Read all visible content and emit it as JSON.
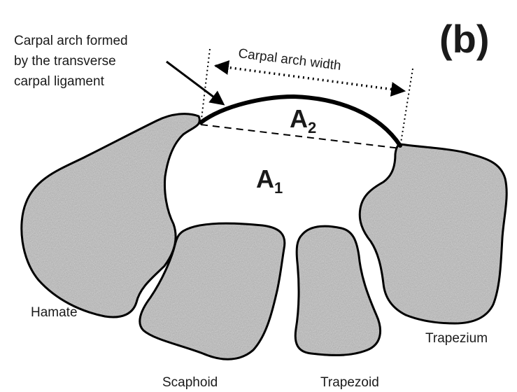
{
  "panel_label": "(b)",
  "arch_label_lines": [
    "Carpal arch formed",
    "by the transverse",
    "carpal ligament"
  ],
  "width_label": "Carpal arch width",
  "area_labels": {
    "a2": {
      "base": "A",
      "sub": "2"
    },
    "a1": {
      "base": "A",
      "sub": "1"
    }
  },
  "bones": {
    "hamate": "Hamate",
    "scaphoid": "Scaphoid",
    "trapezoid": "Trapezoid",
    "trapezium": "Trapezium"
  },
  "colors": {
    "bone_fill": "#b4b4b4",
    "outline": "#000000",
    "text": "#1a1a1a"
  }
}
